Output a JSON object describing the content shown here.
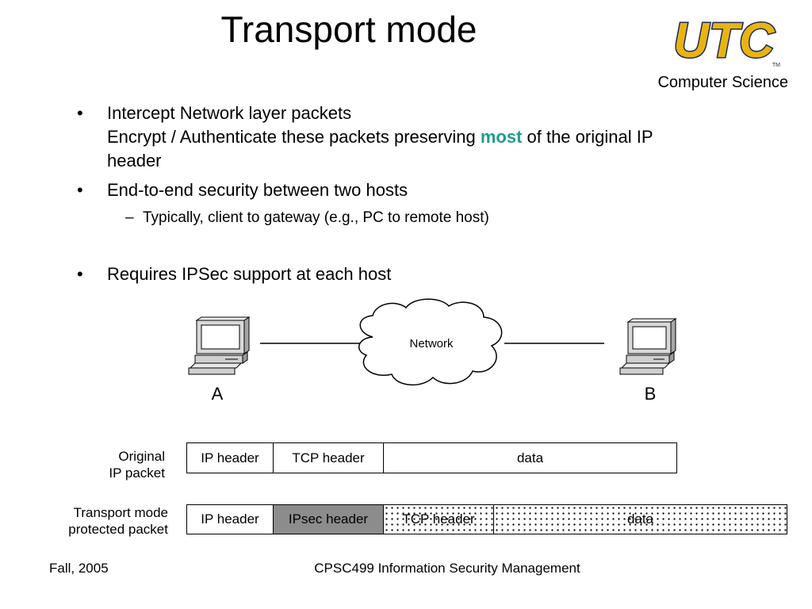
{
  "slide": {
    "title": "Transport mode",
    "logo": {
      "text": "UTC",
      "caption": "Computer Science",
      "color": "#e8b411",
      "outline": "#1b2a55"
    },
    "bullets": [
      {
        "line1": "Intercept Network layer packets",
        "line2_pre": "Encrypt / Authenticate these packets preserving ",
        "line2_highlight": "most",
        "line2_post": " of the original IP",
        "line3": "header"
      },
      {
        "text": "End-to-end security between two hosts",
        "sub": "Typically, client to gateway (e.g., PC to remote host)"
      },
      {
        "text": "Requires IPSec support at each host"
      }
    ],
    "bullet_symbol": "•",
    "sub_symbol": "–"
  },
  "diagram": {
    "cloud_label": "Network",
    "host_a": "A",
    "host_b": "B",
    "original_label_1": "Original",
    "original_label_2": "IP packet",
    "original_fields": [
      "IP header",
      "TCP header",
      "data"
    ],
    "transport_label_1": "Transport mode",
    "transport_label_2": "protected packet",
    "transport_fields": [
      "IP header",
      "IPsec header",
      "TCP header",
      "data"
    ],
    "colors": {
      "ipsec_fill": "#8c8c8c",
      "highlight": "#1f9c8f"
    }
  },
  "footer": {
    "left": "Fall, 2005",
    "center": "CPSC499 Information Security Management"
  }
}
